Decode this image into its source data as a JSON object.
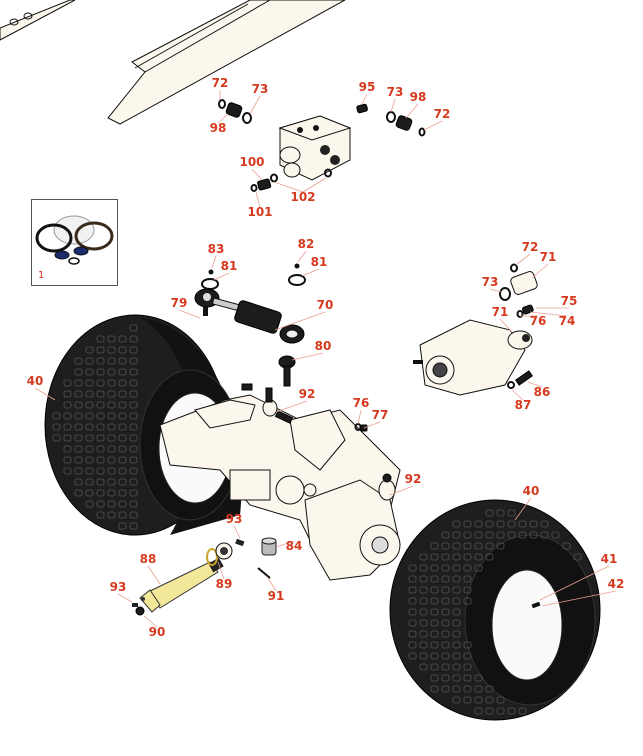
{
  "diagram": {
    "title": "Rear Axle Assembly Exploded View",
    "callout_color": "#d63a1e",
    "leader_color": "#e8a090",
    "kit_inset": {
      "label": "1",
      "label_color": "#e0301e"
    },
    "callouts": [
      {
        "id": "c72a",
        "label": "72"
      },
      {
        "id": "c73a",
        "label": "73"
      },
      {
        "id": "c98a",
        "label": "98"
      },
      {
        "id": "c95",
        "label": "95"
      },
      {
        "id": "c73b",
        "label": "73"
      },
      {
        "id": "c98b",
        "label": "98"
      },
      {
        "id": "c72b",
        "label": "72"
      },
      {
        "id": "c100",
        "label": "100"
      },
      {
        "id": "c101",
        "label": "101"
      },
      {
        "id": "c102",
        "label": "102"
      },
      {
        "id": "c83",
        "label": "83"
      },
      {
        "id": "c81a",
        "label": "81"
      },
      {
        "id": "c82",
        "label": "82"
      },
      {
        "id": "c81b",
        "label": "81"
      },
      {
        "id": "c79",
        "label": "79"
      },
      {
        "id": "c70",
        "label": "70"
      },
      {
        "id": "c80",
        "label": "80"
      },
      {
        "id": "c72c",
        "label": "72"
      },
      {
        "id": "c71a",
        "label": "71"
      },
      {
        "id": "c73c",
        "label": "73"
      },
      {
        "id": "c75",
        "label": "75"
      },
      {
        "id": "c71b",
        "label": "71"
      },
      {
        "id": "c76a",
        "label": "76"
      },
      {
        "id": "c74",
        "label": "74"
      },
      {
        "id": "c86",
        "label": "86"
      },
      {
        "id": "c87",
        "label": "87"
      },
      {
        "id": "c40a",
        "label": "40"
      },
      {
        "id": "c92a",
        "label": "92"
      },
      {
        "id": "c76b",
        "label": "76"
      },
      {
        "id": "c77",
        "label": "77"
      },
      {
        "id": "c92b",
        "label": "92"
      },
      {
        "id": "c40b",
        "label": "40"
      },
      {
        "id": "c93a",
        "label": "93"
      },
      {
        "id": "c84",
        "label": "84"
      },
      {
        "id": "c88",
        "label": "88"
      },
      {
        "id": "c89",
        "label": "89"
      },
      {
        "id": "c41",
        "label": "41"
      },
      {
        "id": "c93b",
        "label": "93"
      },
      {
        "id": "c91",
        "label": "91"
      },
      {
        "id": "c42",
        "label": "42"
      },
      {
        "id": "c90",
        "label": "90"
      }
    ]
  }
}
